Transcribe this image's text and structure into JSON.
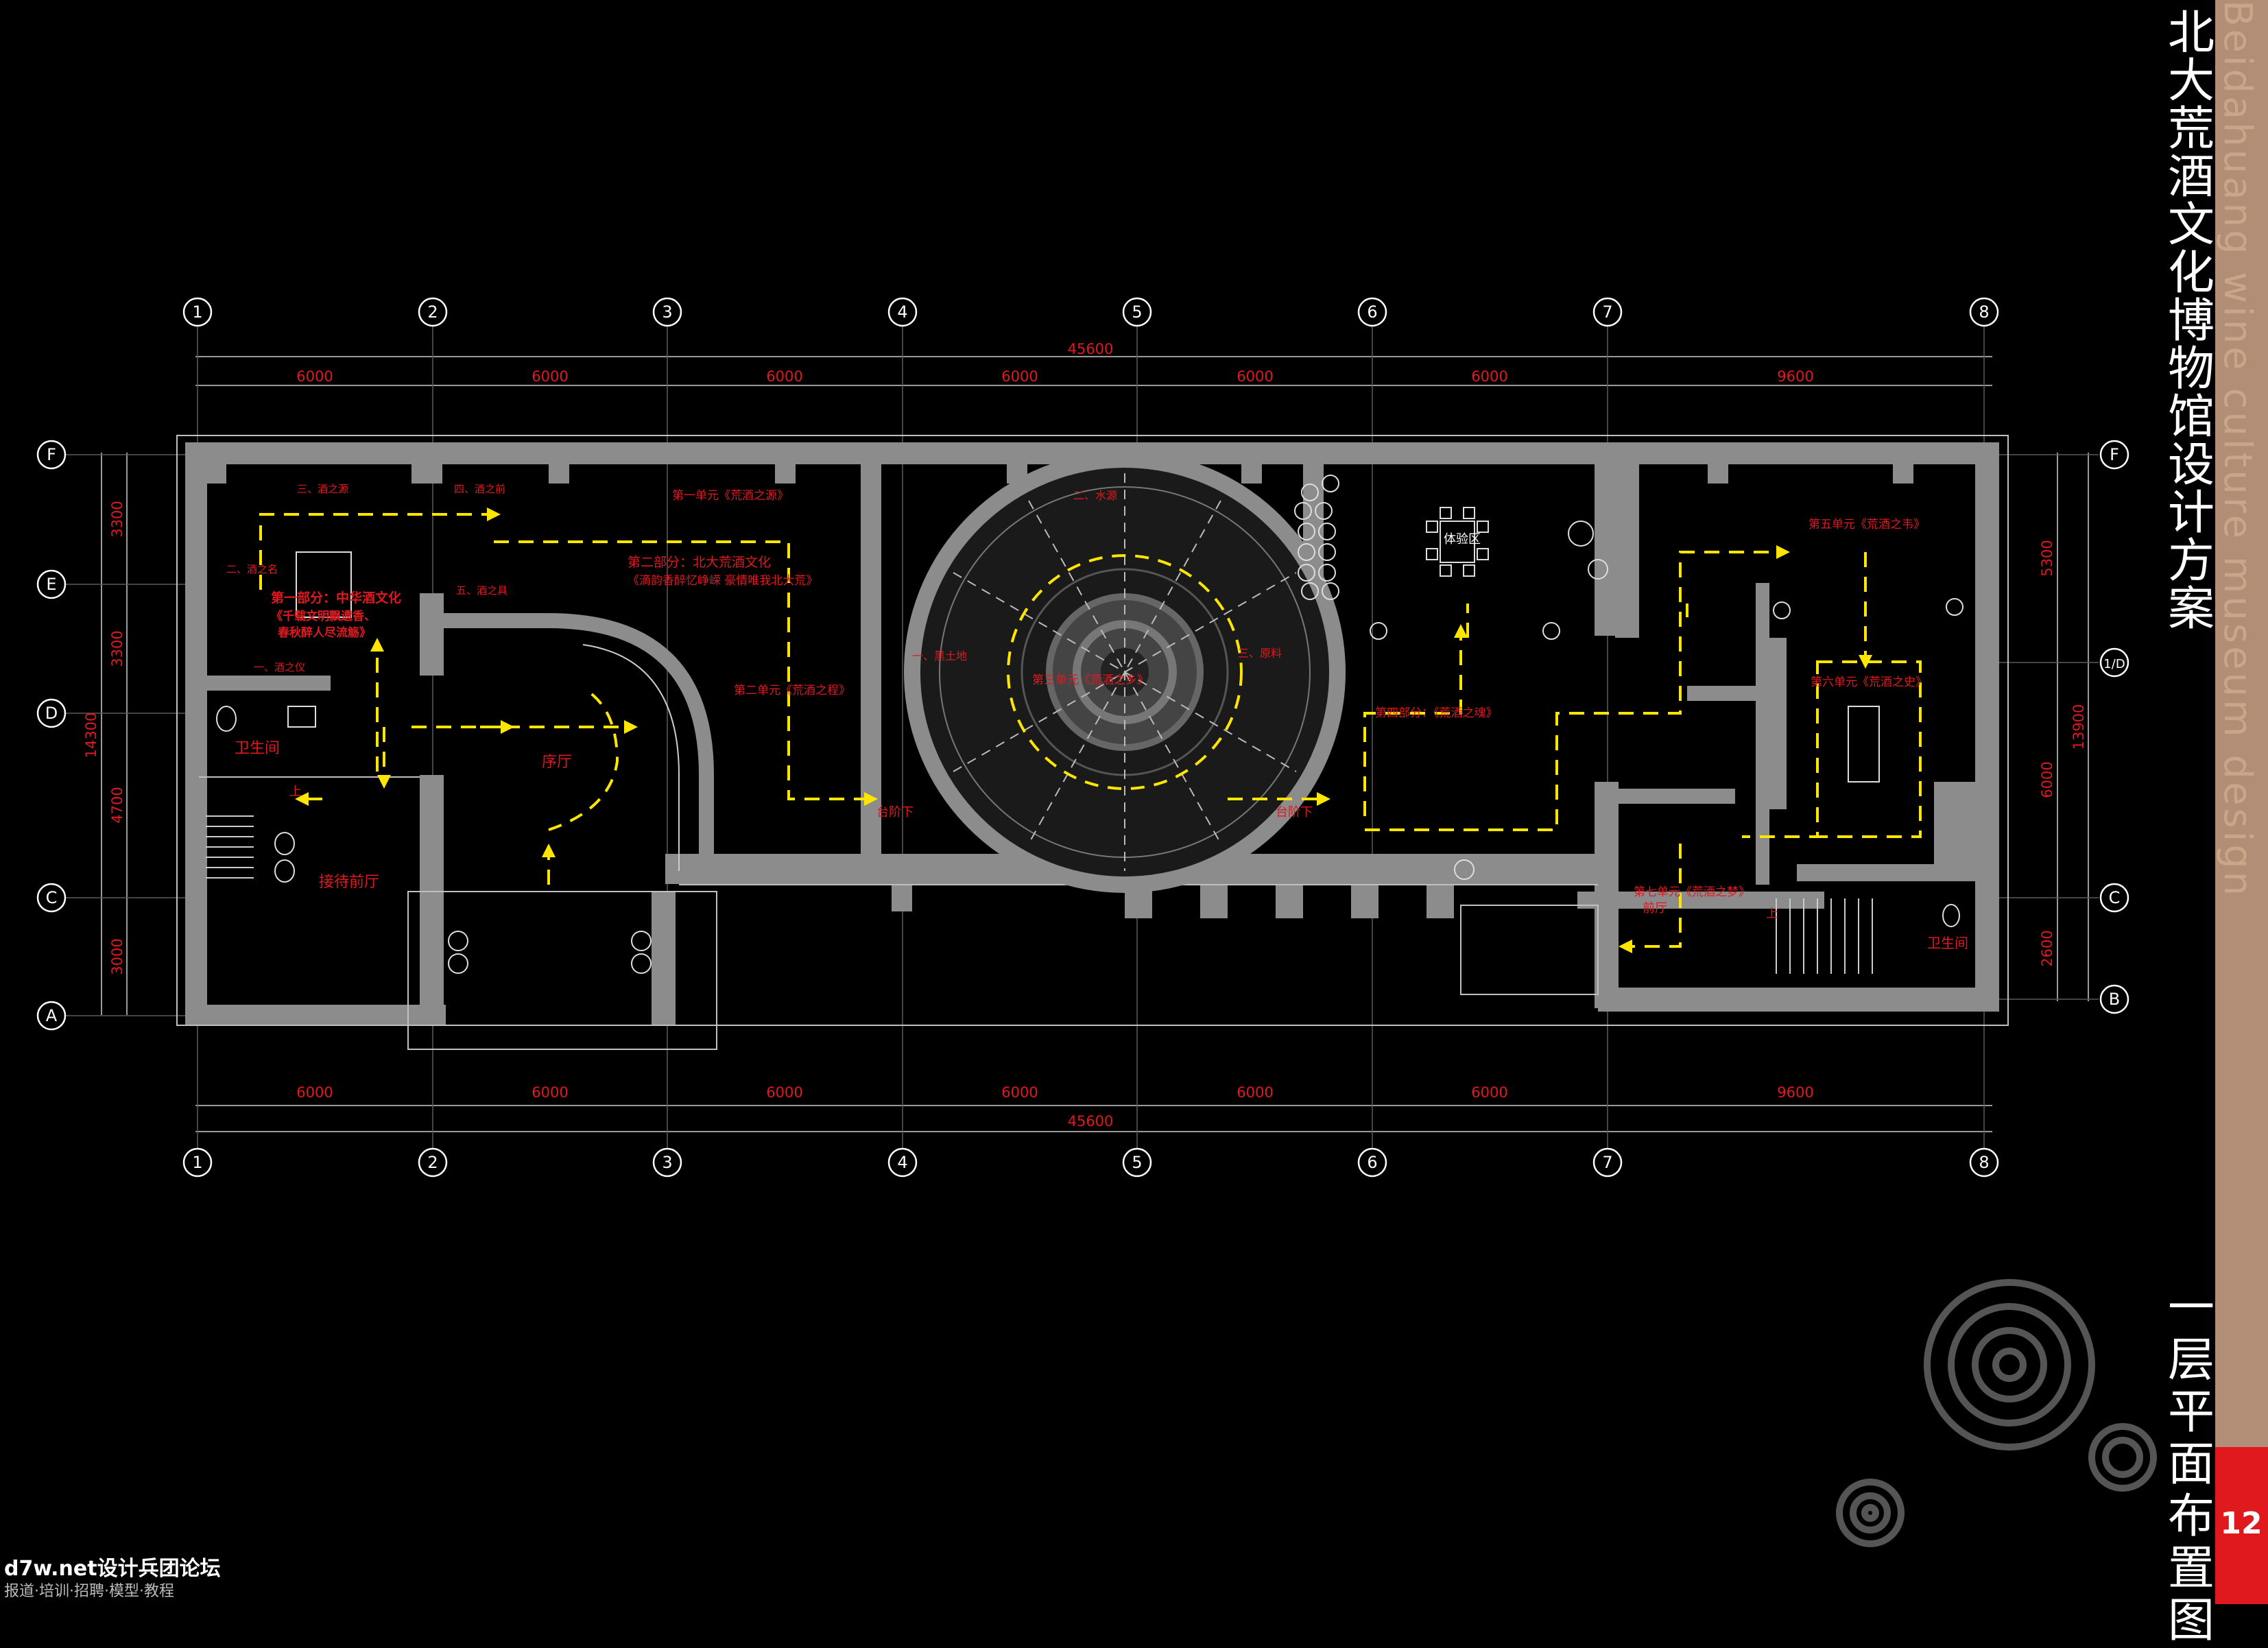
{
  "title": {
    "main": "北大荒酒文化博物馆设计方案",
    "subtitle": "Beidahuang wine culture museum design",
    "plan_name": "一层平面布置图",
    "page_number": "12"
  },
  "watermark": {
    "line1": "d7w.net设计兵团论坛",
    "line2": "报道·培训·招聘·模型·教程"
  },
  "axes": {
    "columns": [
      "1",
      "2",
      "3",
      "4",
      "5",
      "6",
      "7",
      "8"
    ],
    "rows_left": [
      "F",
      "E",
      "D",
      "C",
      "A"
    ],
    "rows_right": [
      "F",
      "1/D",
      "C",
      "B"
    ],
    "top_spans": [
      "6000",
      "6000",
      "6000",
      "6000",
      "6000",
      "6000",
      "9600"
    ],
    "top_total": "45600",
    "bottom_spans": [
      "6000",
      "6000",
      "6000",
      "6000",
      "6000",
      "6000",
      "9600"
    ],
    "bottom_total": "45600",
    "left_spans": [
      "3300",
      "3300",
      "4700",
      "3000"
    ],
    "left_total": "14300",
    "right_spans": [
      "5300",
      "6000",
      "2600"
    ],
    "right_total": "13900"
  },
  "rooms": {
    "restroom_left": "卫生间",
    "reception": "接待前厅",
    "prelude_hall": "序厅",
    "experience": "体验区",
    "restroom_right": "卫生间",
    "front_hall": "前厅",
    "stairs_up_left": "上",
    "stairs_up_right": "上",
    "platform_down_left": "台阶下",
    "platform_down_right": "台阶下",
    "water_source": "二、水源",
    "land": "一、黑土地",
    "material": "三、原料"
  },
  "exhibits": {
    "part1_title": "第一部分：中华酒文化",
    "part1_sub1": "《千载文明飘遗香、",
    "part1_sub2": "春秋醉人尽流觞》",
    "part2_title": "第二部分：北大荒酒文化",
    "part2_sub": "《滴韵香醉忆峥嵘  豪情唯我北大荒》",
    "unit1": "第一单元《荒酒之源》",
    "unit2": "第二单元《荒酒之程》",
    "unit3": "第三单元《荒酒之乡》",
    "part4": "第四部分：《荒酒之魂》",
    "unit5": "第五单元《荒酒之韦》",
    "unit6": "第六单元《荒酒之史》",
    "unit7": "第七单元《荒酒之梦》",
    "wine_origin": "三、酒之源",
    "wine_before": "四、酒之前",
    "wine_name": "二、酒之名",
    "wine_vessel": "五、酒之具",
    "wine_rite": "一、酒之仪"
  }
}
